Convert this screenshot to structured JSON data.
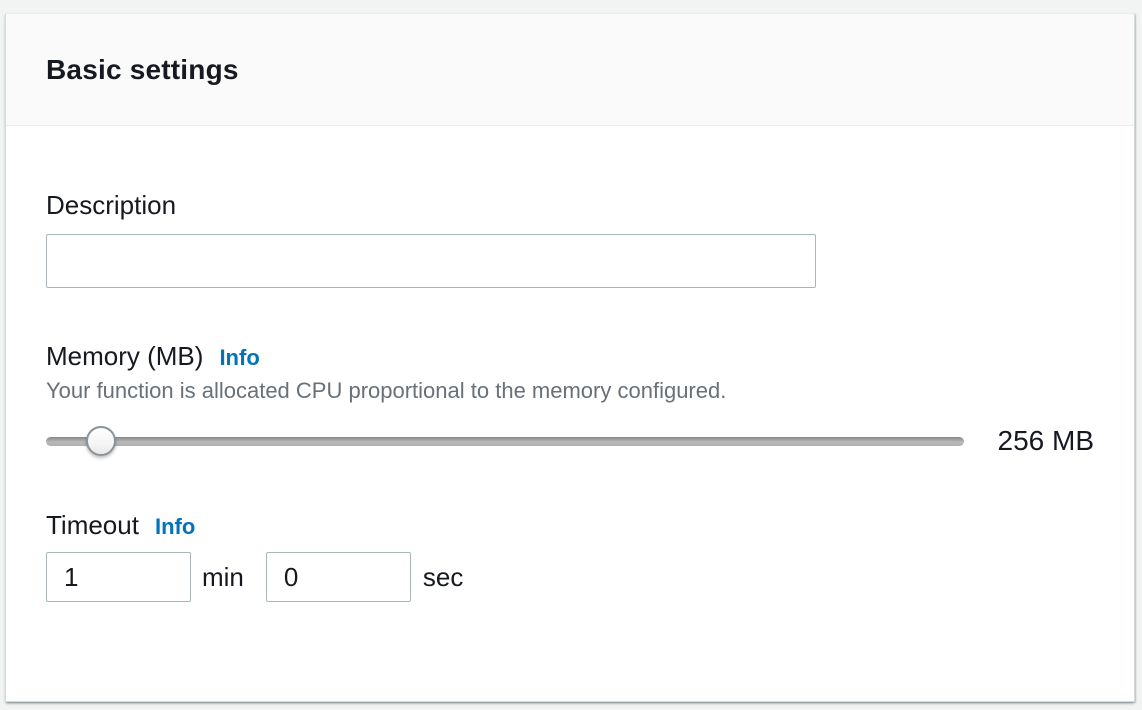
{
  "panel": {
    "title": "Basic settings"
  },
  "description": {
    "label": "Description",
    "value": "",
    "placeholder": ""
  },
  "memory": {
    "label": "Memory (MB)",
    "info_label": "Info",
    "helper": "Your function is allocated CPU proportional to the memory configured.",
    "value_label": "256 MB",
    "slider_percent": 6
  },
  "timeout": {
    "label": "Timeout",
    "info_label": "Info",
    "minutes": {
      "value": "1",
      "unit": "min"
    },
    "seconds": {
      "value": "0",
      "unit": "sec"
    }
  },
  "colors": {
    "link_blue": "#0073bb",
    "text_dark": "#16191f",
    "text_muted": "#687078"
  }
}
